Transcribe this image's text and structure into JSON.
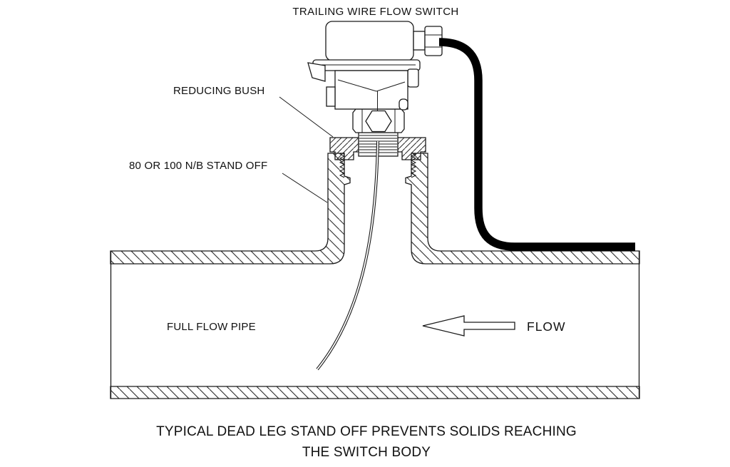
{
  "diagram": {
    "title": "TRAILING WIRE FLOW SWITCH",
    "labels": {
      "reducing_bush": "REDUCING BUSH",
      "stand_off": "80 OR 100 N/B STAND OFF",
      "full_flow_pipe": "FULL FLOW PIPE",
      "flow": "FLOW"
    },
    "caption": {
      "line1": "TYPICAL DEAD LEG STAND OFF PREVENTS SOLIDS REACHING",
      "line2": "THE SWITCH BODY"
    },
    "colors": {
      "line": "#1a1a1a",
      "background": "#ffffff",
      "cable": "#000000"
    }
  }
}
